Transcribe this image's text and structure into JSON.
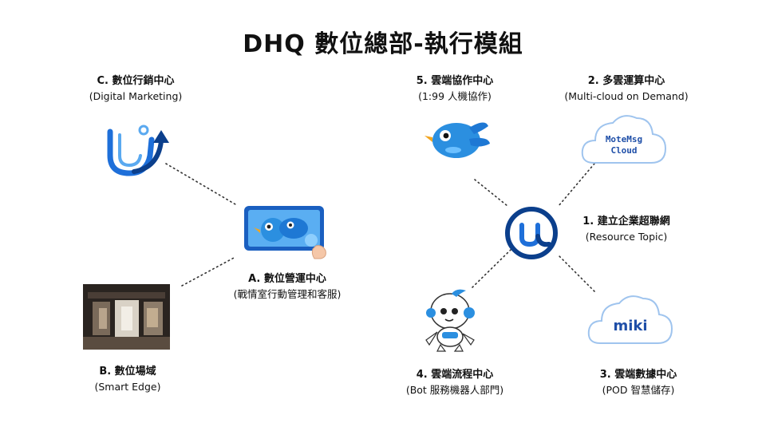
{
  "title": "DHQ 數位總部-執行模組",
  "nodes": {
    "c": {
      "title": "C. 數位行銷中心",
      "subtitle": "(Digital Marketing)"
    },
    "a": {
      "title": "A. 數位營運中心",
      "subtitle": "(戰情室行動管理和客服)"
    },
    "b": {
      "title": "B. 數位場域",
      "subtitle": "(Smart Edge)"
    },
    "n5": {
      "title": "5. 雲端協作中心",
      "subtitle": "(1:99 人機協作)"
    },
    "n2": {
      "title": "2. 多雲運算中心",
      "subtitle": "(Multi-cloud on Demand)",
      "logo_text": [
        "MoteMsg",
        "Cloud"
      ]
    },
    "n1": {
      "title": "1. 建立企業超聯網",
      "subtitle": "(Resource Topic)"
    },
    "n4": {
      "title": "4. 雲端流程中心",
      "subtitle": "(Bot 服務機器人部門)"
    },
    "n3": {
      "title": "3. 雲端數據中心",
      "subtitle": "(POD 智慧儲存)",
      "logo_text": "miki"
    }
  },
  "colors": {
    "brand_blue": "#1e6fd9",
    "dark_blue": "#0b3f8c",
    "bird_blue": "#2b8fe0",
    "cloud_text": "#1f4fa8"
  }
}
